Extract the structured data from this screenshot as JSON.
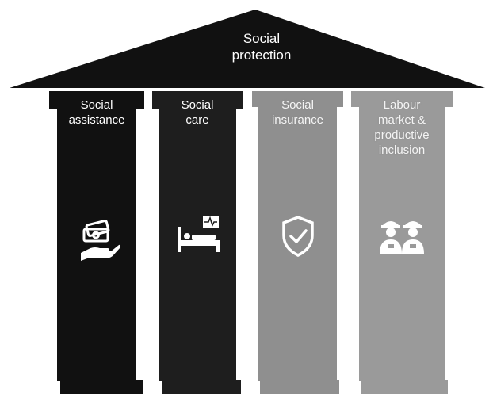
{
  "roof": {
    "title_line1": "Social",
    "title_line2": "protection"
  },
  "pillars": [
    {
      "line1": "Social",
      "line2": "assistance",
      "icon": "cash-in-hand-icon",
      "color": "#111111"
    },
    {
      "line1": "Social",
      "line2": "care",
      "icon": "hospital-bed-icon",
      "color": "#1e1e1e"
    },
    {
      "line1": "Social",
      "line2": "insurance",
      "icon": "shield-check-icon",
      "color": "#8f8f8f"
    },
    {
      "line1": "Labour",
      "line2": "market &",
      "line3": "productive",
      "line4": "inclusion",
      "icon": "workers-icon",
      "color": "#9a9a9a"
    }
  ]
}
